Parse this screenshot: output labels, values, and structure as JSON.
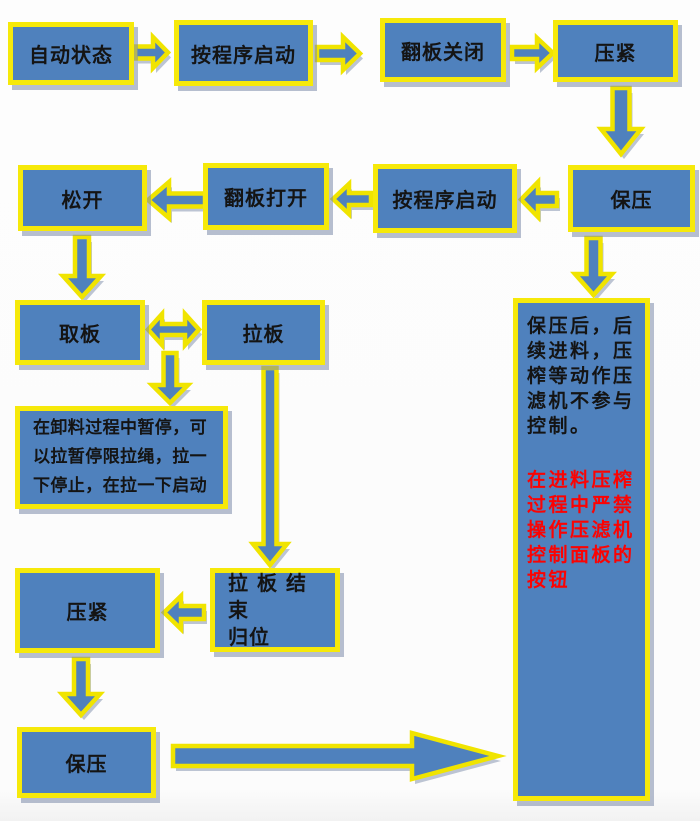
{
  "colors": {
    "node_fill": "#4f81bd",
    "node_border": "#f6e90a",
    "arrow_fill": "#4f81bd",
    "arrow_border": "#f0e400",
    "shadow": "#7c8baa",
    "text": "#141414",
    "warning_text": "#fb0303"
  },
  "nodes": {
    "auto_state": "自动状态",
    "start_by_program_top": "按程序启动",
    "flip_board_close": "翻板关闭",
    "press_tight_top": "压紧",
    "hold_pressure_top": "保压",
    "start_by_program_mid": "按程序启动",
    "flip_board_open": "翻板打开",
    "release": "松开",
    "take_plate": "取板",
    "pull_plate": "拉板",
    "pause_note": "在卸料过程中暂停，可以拉暂停限拉绳，拉一下停止，在拉一下启动",
    "press_tight_bottom": "压紧",
    "pull_plate_end_line1": "拉板结束",
    "pull_plate_end_line2": "归位",
    "hold_pressure_bottom": "保压",
    "side_note_black": "保压后，后续进料，压榨等动作压滤机不参与控制。",
    "side_note_red": "在进料压榨过程中严禁操作压滤机控制面板的按钮"
  }
}
